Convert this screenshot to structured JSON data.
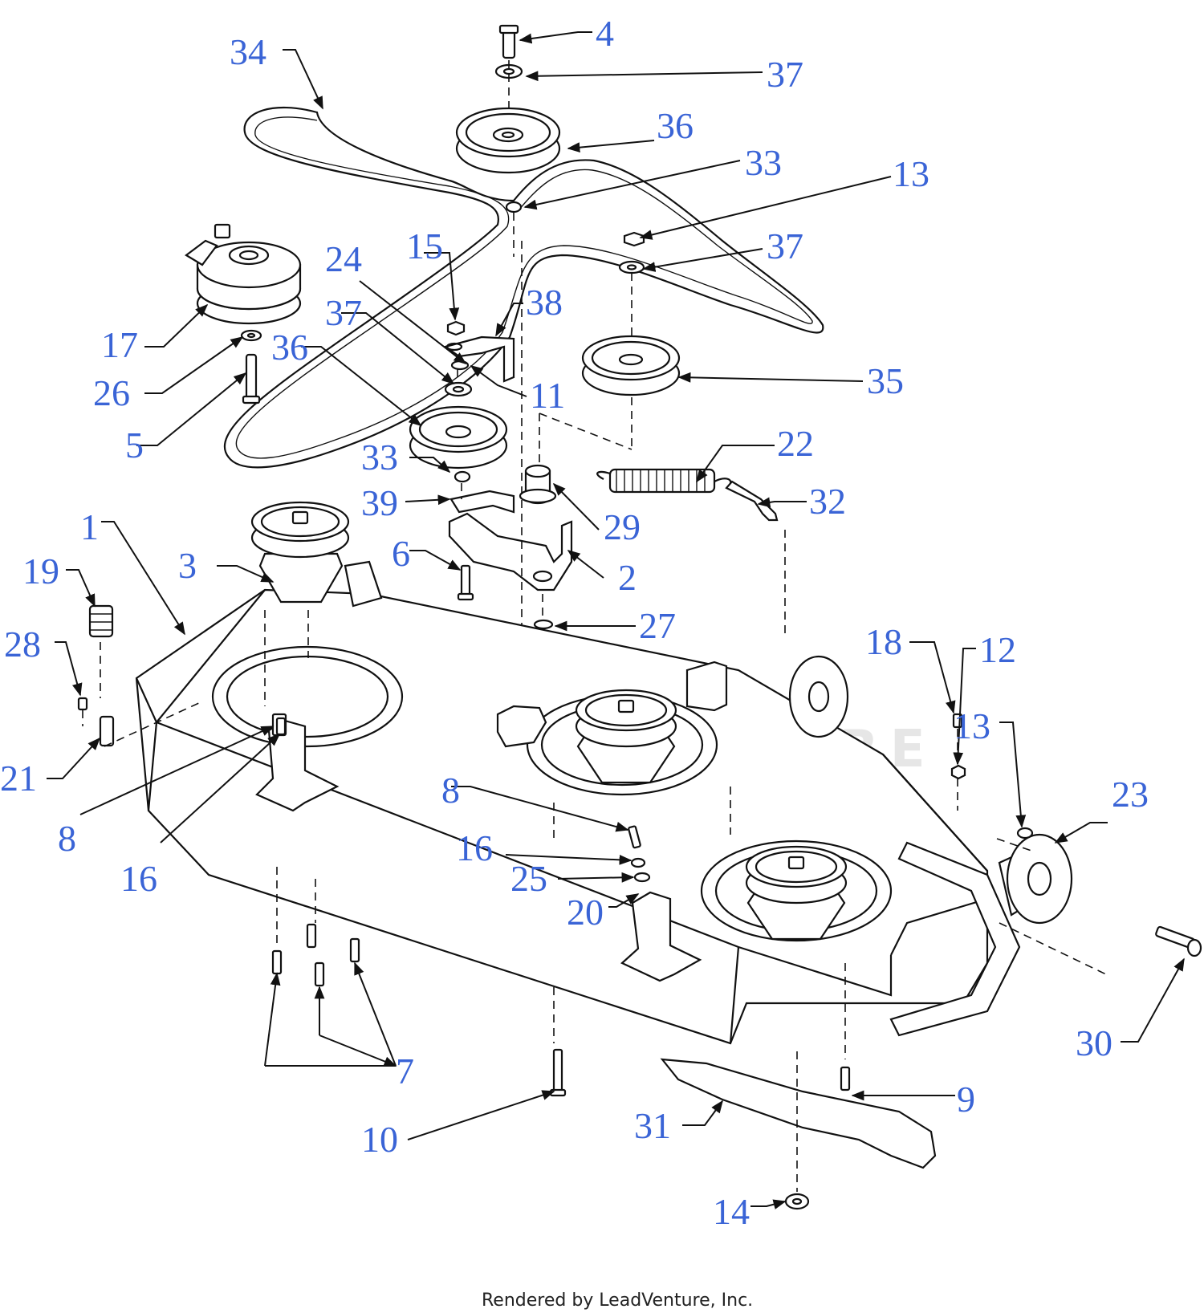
{
  "diagram": {
    "watermark": "LEADVENTURE",
    "footer": "Rendered by LeadVenture, Inc.",
    "colors": {
      "label": "#3a64d6",
      "line": "#111111",
      "background": "#ffffff"
    },
    "callouts": [
      {
        "id": "c1",
        "text": "1"
      },
      {
        "id": "c2",
        "text": "2"
      },
      {
        "id": "c3",
        "text": "3"
      },
      {
        "id": "c4",
        "text": "4"
      },
      {
        "id": "c5",
        "text": "5"
      },
      {
        "id": "c6",
        "text": "6"
      },
      {
        "id": "c7",
        "text": "7"
      },
      {
        "id": "c8a",
        "text": "8"
      },
      {
        "id": "c8b",
        "text": "8"
      },
      {
        "id": "c9",
        "text": "9"
      },
      {
        "id": "c10",
        "text": "10"
      },
      {
        "id": "c11",
        "text": "11"
      },
      {
        "id": "c12",
        "text": "12"
      },
      {
        "id": "c13a",
        "text": "13"
      },
      {
        "id": "c13b",
        "text": "13"
      },
      {
        "id": "c14",
        "text": "14"
      },
      {
        "id": "c15",
        "text": "15"
      },
      {
        "id": "c16a",
        "text": "16"
      },
      {
        "id": "c16b",
        "text": "16"
      },
      {
        "id": "c17",
        "text": "17"
      },
      {
        "id": "c18",
        "text": "18"
      },
      {
        "id": "c19",
        "text": "19"
      },
      {
        "id": "c20",
        "text": "20"
      },
      {
        "id": "c21",
        "text": "21"
      },
      {
        "id": "c22",
        "text": "22"
      },
      {
        "id": "c23",
        "text": "23"
      },
      {
        "id": "c24",
        "text": "24"
      },
      {
        "id": "c25",
        "text": "25"
      },
      {
        "id": "c26",
        "text": "26"
      },
      {
        "id": "c27",
        "text": "27"
      },
      {
        "id": "c28",
        "text": "28"
      },
      {
        "id": "c29",
        "text": "29"
      },
      {
        "id": "c30",
        "text": "30"
      },
      {
        "id": "c31",
        "text": "31"
      },
      {
        "id": "c32",
        "text": "32"
      },
      {
        "id": "c33a",
        "text": "33"
      },
      {
        "id": "c33b",
        "text": "33"
      },
      {
        "id": "c34",
        "text": "34"
      },
      {
        "id": "c35",
        "text": "35"
      },
      {
        "id": "c36a",
        "text": "36"
      },
      {
        "id": "c36b",
        "text": "36"
      },
      {
        "id": "c37a",
        "text": "37"
      },
      {
        "id": "c37b",
        "text": "37"
      },
      {
        "id": "c37c",
        "text": "37"
      },
      {
        "id": "c38",
        "text": "38"
      },
      {
        "id": "c39",
        "text": "39"
      }
    ]
  }
}
